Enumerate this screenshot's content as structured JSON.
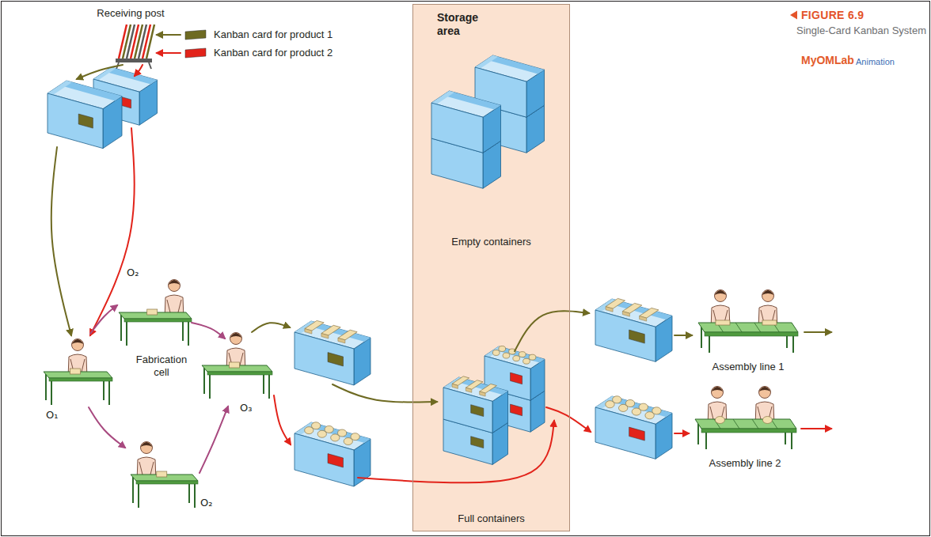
{
  "diagram": {
    "title": "FIGURE 6.9",
    "caption": "Single-Card Kanban System",
    "nodes": [
      {
        "text": [
          "Storage area",
          "Empty containers",
          "Full containers"
        ]
      }
    ],
    "labels": [
      "Receiving post",
      "O₂",
      "O₁",
      "O₂",
      "O₃",
      "Fabrication cell",
      "Assembly line 1",
      "Assembly line 2",
      "MyOMLab",
      "Animation"
    ],
    "legend": [
      {
        "text": "Kanban card for product 1",
        "color": "#6e6a22"
      },
      {
        "text": "Kanban card for product 2",
        "color": "#e2231a"
      }
    ]
  }
}
